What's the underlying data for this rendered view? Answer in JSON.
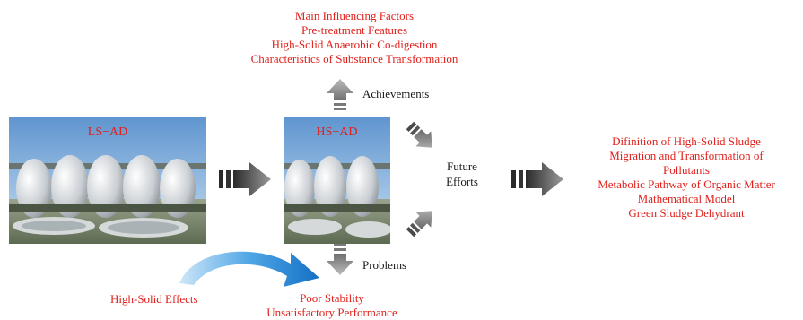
{
  "achievements": {
    "label": "Achievements",
    "items": [
      "Main Influencing Factors",
      "Pre-treatment Features",
      "High-Solid Anaerobic Co-digestion",
      "Characteristics of Substance Transformation"
    ]
  },
  "panels": {
    "ls": {
      "title": "LS−AD"
    },
    "hs": {
      "title": "HS−AD"
    }
  },
  "future": {
    "label_line1": "Future",
    "label_line2": "Efforts",
    "items": [
      "Difinition of High-Solid Sludge",
      "Migration and Transformation of",
      "Pollutants",
      "Metabolic Pathway of Organic Matter",
      "Mathematical Model",
      "Green Sludge Dehydrant"
    ]
  },
  "problems": {
    "label": "Problems",
    "cause": "High-Solid Effects",
    "items": [
      "Poor Stability",
      "Unsatisfactory Performance"
    ]
  },
  "colors": {
    "highlight_text": "#e0201c",
    "arrow_gray": "#8a8a8a",
    "curved_arrow_blue": "#1e88d8"
  }
}
